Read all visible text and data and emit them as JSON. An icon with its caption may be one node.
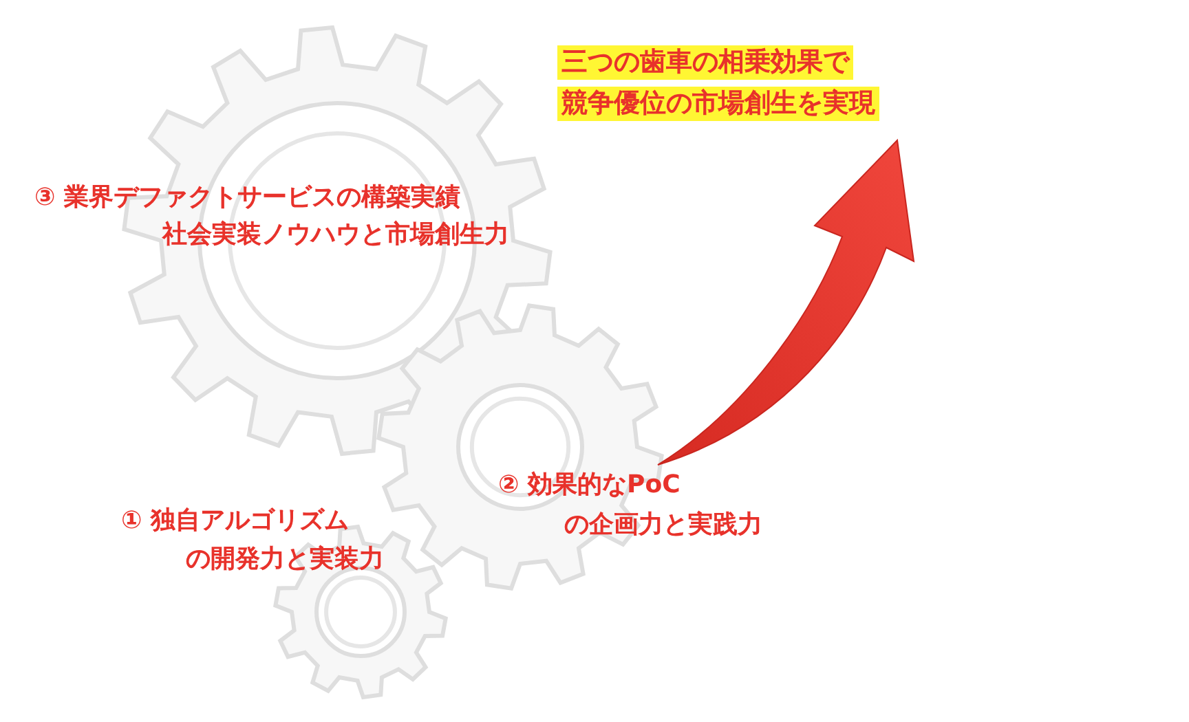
{
  "diagram": {
    "labels": [
      "三つの歯車の相乗効果で",
      "競争優位の市場創生を実現",
      "③ 業界デファクトサービスの構築実績",
      "社会実装ノウハウと市場創生力",
      "② 効果的なPoC",
      "の企画力と実践力",
      "① 独自アルゴリズム",
      "の開発力と実装力"
    ]
  }
}
